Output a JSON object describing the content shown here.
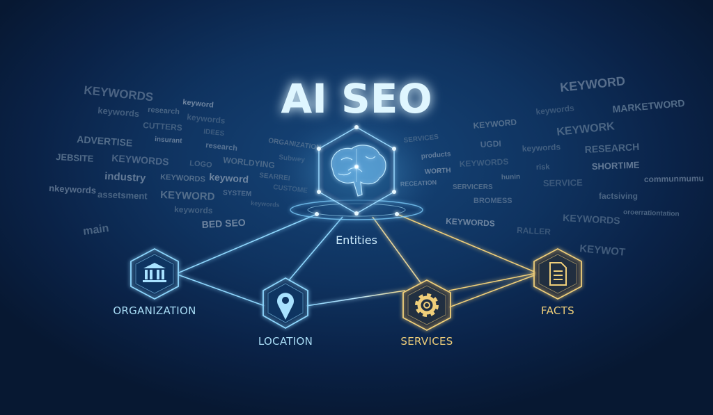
{
  "title": "AI SEO",
  "hub_label": "Entities",
  "hub_icon": "brain-icon",
  "nodes": [
    {
      "label": "ORGANIZATION",
      "icon": "bank-building-icon",
      "color": "#8fd8ff"
    },
    {
      "label": "LOCATION",
      "icon": "map-pin-icon",
      "color": "#8fd8ff"
    },
    {
      "label": "SERVICES",
      "icon": "gear-icon",
      "color": "#f0cf7a"
    },
    {
      "label": "FACTS",
      "icon": "document-icon",
      "color": "#f0cf7a"
    }
  ],
  "background_words": [
    "KEYWORDS",
    "keywords",
    "research",
    "keyword",
    "keywords",
    "CUTTERS",
    "insurant",
    "ADVERTISE",
    "IDEES",
    "research",
    "ORGANIZATION",
    "JEBSITE",
    "KEYWORDS",
    "LOGO",
    "WORLDYING",
    "keyword",
    "Subwey",
    "SEARREI",
    "industry",
    "KEYWORDS",
    "CUSTOME",
    "nkeywords",
    "assetsment",
    "KEYWORD",
    "SYSTEM",
    "keywords",
    "main",
    "BED SEO",
    "keywords",
    "SERVICES",
    "products",
    "KEYWORD",
    "keywords",
    "KEYWORD",
    "KEYWORK",
    "MARKETWORD",
    "UGDI",
    "keywords",
    "RESEARCH",
    "WORTH",
    "KEYWORDS",
    "risk",
    "SHORTIME",
    "hunin",
    "SERVICE",
    "communmumu",
    "factsiving",
    "SERVICERS",
    "BROMESS",
    "KEYWORDS",
    "oroerrationtation",
    "KEYWORDS",
    "RALLER",
    "KEYWOT",
    "RECEATION"
  ],
  "colors": {
    "blue_accent": "#8fd8ff",
    "gold_accent": "#f0cf7a",
    "background": "#0b2447"
  }
}
